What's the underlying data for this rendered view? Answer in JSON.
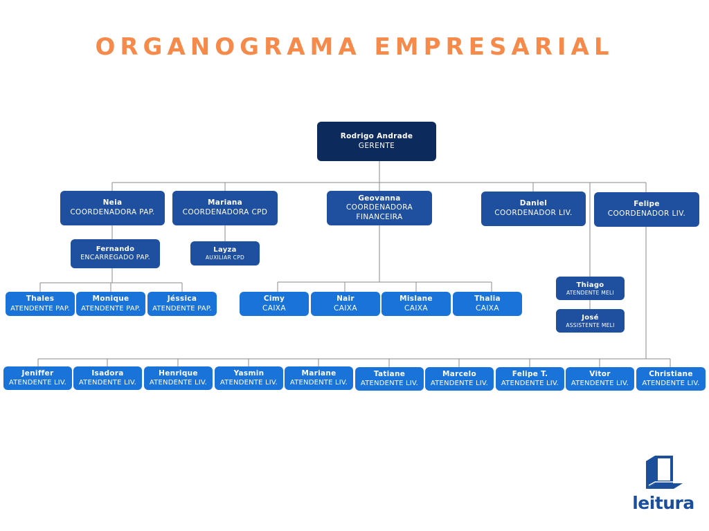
{
  "title": "ORGANOGRAMA EMPRESARIAL",
  "colors": {
    "title": "#f58a4a",
    "navy": "#0d2a5c",
    "coordinator": "#1f4f9f",
    "staff": "#1a73d9",
    "line": "#888888"
  },
  "logo": {
    "text": "leitura",
    "icon": "book-icon"
  },
  "manager": {
    "name": "Rodrigo Andrade",
    "role": "GERENTE"
  },
  "coordinators": [
    {
      "name": "Neia",
      "role": "COORDENADORA PAP."
    },
    {
      "name": "Mariana",
      "role": "COORDENADORA CPD"
    },
    {
      "name": "Geovanna",
      "role": "COORDENADORA FINANCEIRA"
    },
    {
      "name": "Daniel",
      "role": "COORDENADOR LIV."
    },
    {
      "name": "Felipe",
      "role": "COORDENADOR LIV."
    }
  ],
  "fernando": {
    "name": "Fernando",
    "role": "ENCARREGADO PAP."
  },
  "layza": {
    "name": "Layza",
    "role": "AUXILIAR CPD"
  },
  "pap_team": [
    {
      "name": "Thales",
      "role": "ATENDENTE PAP."
    },
    {
      "name": "Monique",
      "role": "ATENDENTE PAP."
    },
    {
      "name": "Jéssica",
      "role": "ATENDENTE PAP."
    }
  ],
  "caixa_team": [
    {
      "name": "Cimy",
      "role": "CAIXA"
    },
    {
      "name": "Nair",
      "role": "CAIXA"
    },
    {
      "name": "Mislane",
      "role": "CAIXA"
    },
    {
      "name": "Thalia",
      "role": "CAIXA"
    }
  ],
  "meli_team": [
    {
      "name": "Thiago",
      "role": "ATENDENTE MELI"
    },
    {
      "name": "José",
      "role": "ASSISTENTE MELI"
    }
  ],
  "liv_team": [
    {
      "name": "Jeniffer",
      "role": "ATENDENTE LIV."
    },
    {
      "name": "Isadora",
      "role": "ATENDENTE LIV."
    },
    {
      "name": "Henrique",
      "role": "ATENDENTE LIV."
    },
    {
      "name": "Yasmin",
      "role": "ATENDENTE LIV."
    },
    {
      "name": "Mariane",
      "role": "ATENDENTE LIV."
    },
    {
      "name": "Tatiane",
      "role": "ATENDENTE LIV."
    },
    {
      "name": "Marcelo",
      "role": "ATENDENTE LIV."
    },
    {
      "name": "Felipe T.",
      "role": "ATENDENTE LIV."
    },
    {
      "name": "Vitor",
      "role": "ATENDENTE LIV."
    },
    {
      "name": "Christiane",
      "role": "ATENDENTE LIV."
    }
  ]
}
